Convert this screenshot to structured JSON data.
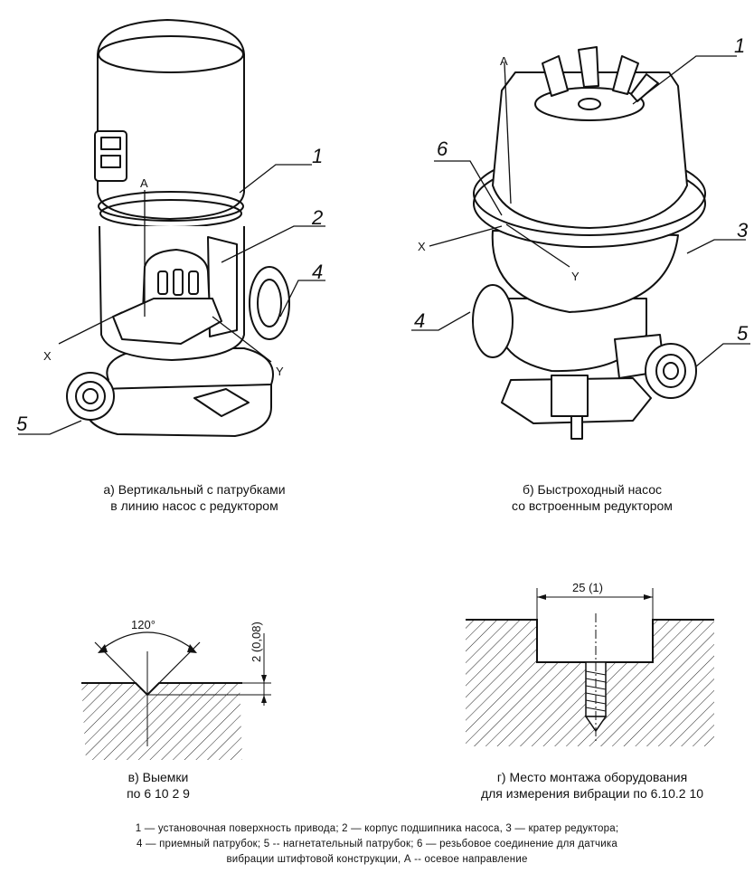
{
  "figure_a": {
    "caption_line1": "а) Вертикальный с патрубками",
    "caption_line2": "в линию насос с редуктором",
    "labels": {
      "n1": "1",
      "n2": "2",
      "n4": "4",
      "n5": "5",
      "axis_a": "A",
      "axis_x": "X",
      "axis_y": "Y"
    }
  },
  "figure_b": {
    "caption_line1": "б) Быстроходный насос",
    "caption_line2": "со встроенным редуктором",
    "labels": {
      "n1": "1",
      "n3": "3",
      "n4": "4",
      "n5": "5",
      "n6": "6",
      "axis_a": "A",
      "axis_x": "X",
      "axis_y": "Y"
    }
  },
  "figure_c": {
    "caption_line1": "в) Выемки",
    "caption_line2": "по 6 10 2 9",
    "angle": "120°",
    "depth": "2 (0,08)"
  },
  "figure_d": {
    "caption_line1": "г) Место монтажа оборудования",
    "caption_line2": "для измерения вибрации по 6.10.2 10",
    "width": "25 (1)"
  },
  "legend": {
    "line1": "1 — установочная поверхность привода; 2 — корпус подшипника насоса, 3 — кратер редуктора;",
    "line2": "4 — приемный патрубок; 5 -- нагнетательный патрубок; 6 — резьбовое соединение для датчика",
    "line3": "вибрации штифтовой конструкции, А -- осевое направление"
  }
}
